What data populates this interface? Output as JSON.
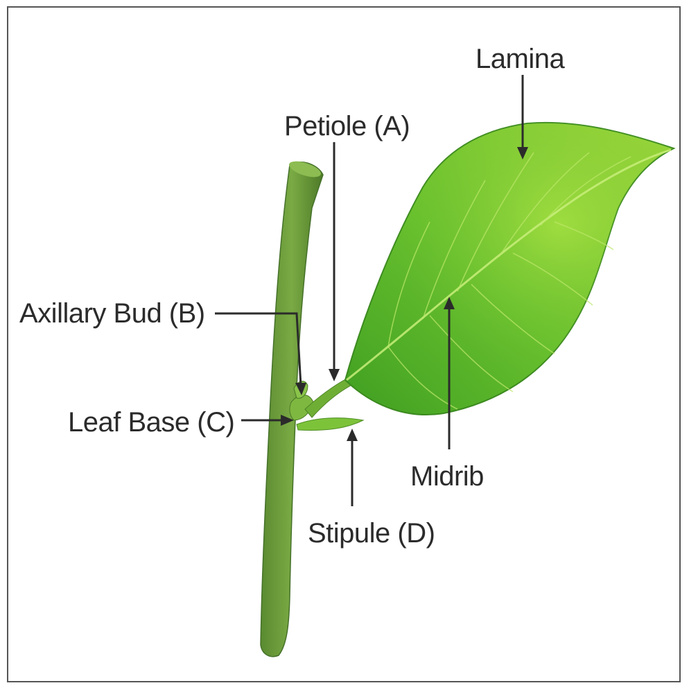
{
  "labels": {
    "lamina": "Lamina",
    "petiole": "Petiole (A)",
    "axillary_bud": "Axillary Bud (B)",
    "leaf_base": "Leaf Base (C)",
    "midrib": "Midrib",
    "stipule": "Stipule (D)"
  },
  "colors": {
    "leaf_light": "#9fdc3a",
    "leaf_mid": "#5cb82a",
    "leaf_dark": "#2e8a1c",
    "stem": "#6b9a3c",
    "stem_dark": "#4a7428",
    "text": "#2b2b2b"
  }
}
